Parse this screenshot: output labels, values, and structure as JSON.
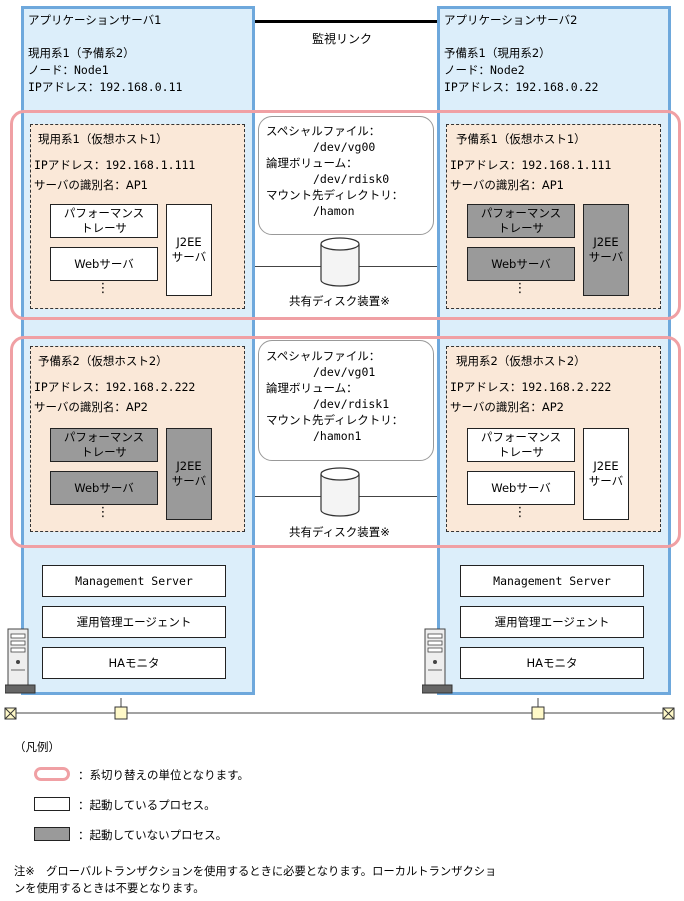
{
  "server1": {
    "title": "アプリケーションサーバ1",
    "role": "現用系1（予備系2）",
    "node": "ノード：Node1",
    "ip": "IPアドレス：192.168.0.11"
  },
  "server2": {
    "title": "アプリケーションサーバ2",
    "role": "予備系1（現用系2）",
    "node": "ノード：Node2",
    "ip": "IPアドレス：192.168.0.22"
  },
  "monitor_link": "監視リンク",
  "hosts": {
    "s1_top": {
      "title": "現用系1（仮想ホスト1）",
      "ip": "IPアドレス：192.168.1.111",
      "id": "サーバの識別名：AP1"
    },
    "s2_top": {
      "title": "予備系1（仮想ホスト1）",
      "ip": "IPアドレス：192.168.1.111",
      "id": "サーバの識別名：AP1"
    },
    "s1_bot": {
      "title": "予備系2（仮想ホスト2）",
      "ip": "IPアドレス：192.168.2.222",
      "id": "サーバの識別名：AP2"
    },
    "s2_bot": {
      "title": "現用系2（仮想ホスト2）",
      "ip": "IPアドレス：192.168.2.222",
      "id": "サーバの識別名：AP2"
    }
  },
  "processes": {
    "perf1": "パフォーマンス",
    "perf2": "トレーサ",
    "web": "Webサーバ",
    "j2ee1": "J2EE",
    "j2ee2": "サーバ",
    "dots": "⋮"
  },
  "disk_top": {
    "lines": [
      "スペシャルファイル：",
      "/dev/vg00",
      "論理ボリューム：",
      "/dev/rdisk0",
      "マウント先ディレクトリ：",
      "/hamon"
    ],
    "label": "共有ディスク装置※"
  },
  "disk_bot": {
    "lines": [
      "スペシャルファイル：",
      "/dev/vg01",
      "論理ボリューム：",
      "/dev/rdisk1",
      "マウント先ディレクトリ：",
      "/hamon1"
    ],
    "label": "共有ディスク装置※"
  },
  "mgmt": {
    "management_server": "Management Server",
    "agent": "運用管理エージェント",
    "ha_monitor": "HAモニタ"
  },
  "legend": {
    "title": "（凡例）",
    "unit": "：系切り替えの単位となります。",
    "running": "：起動しているプロセス。",
    "stopped": "：起動していないプロセス。"
  },
  "note": {
    "line1": "注※　グローバルトランザクションを使用するときに必要となります。ローカルトランザクショ",
    "line2": "ンを使用するときは不要となります。"
  },
  "colors": {
    "server_bg": "#dceefa",
    "server_border": "#6ea8dc",
    "host_bg": "#fae8d8",
    "unit_border": "#f0a0a4",
    "process_on": "#ffffff",
    "process_off": "#9a9a9a"
  }
}
